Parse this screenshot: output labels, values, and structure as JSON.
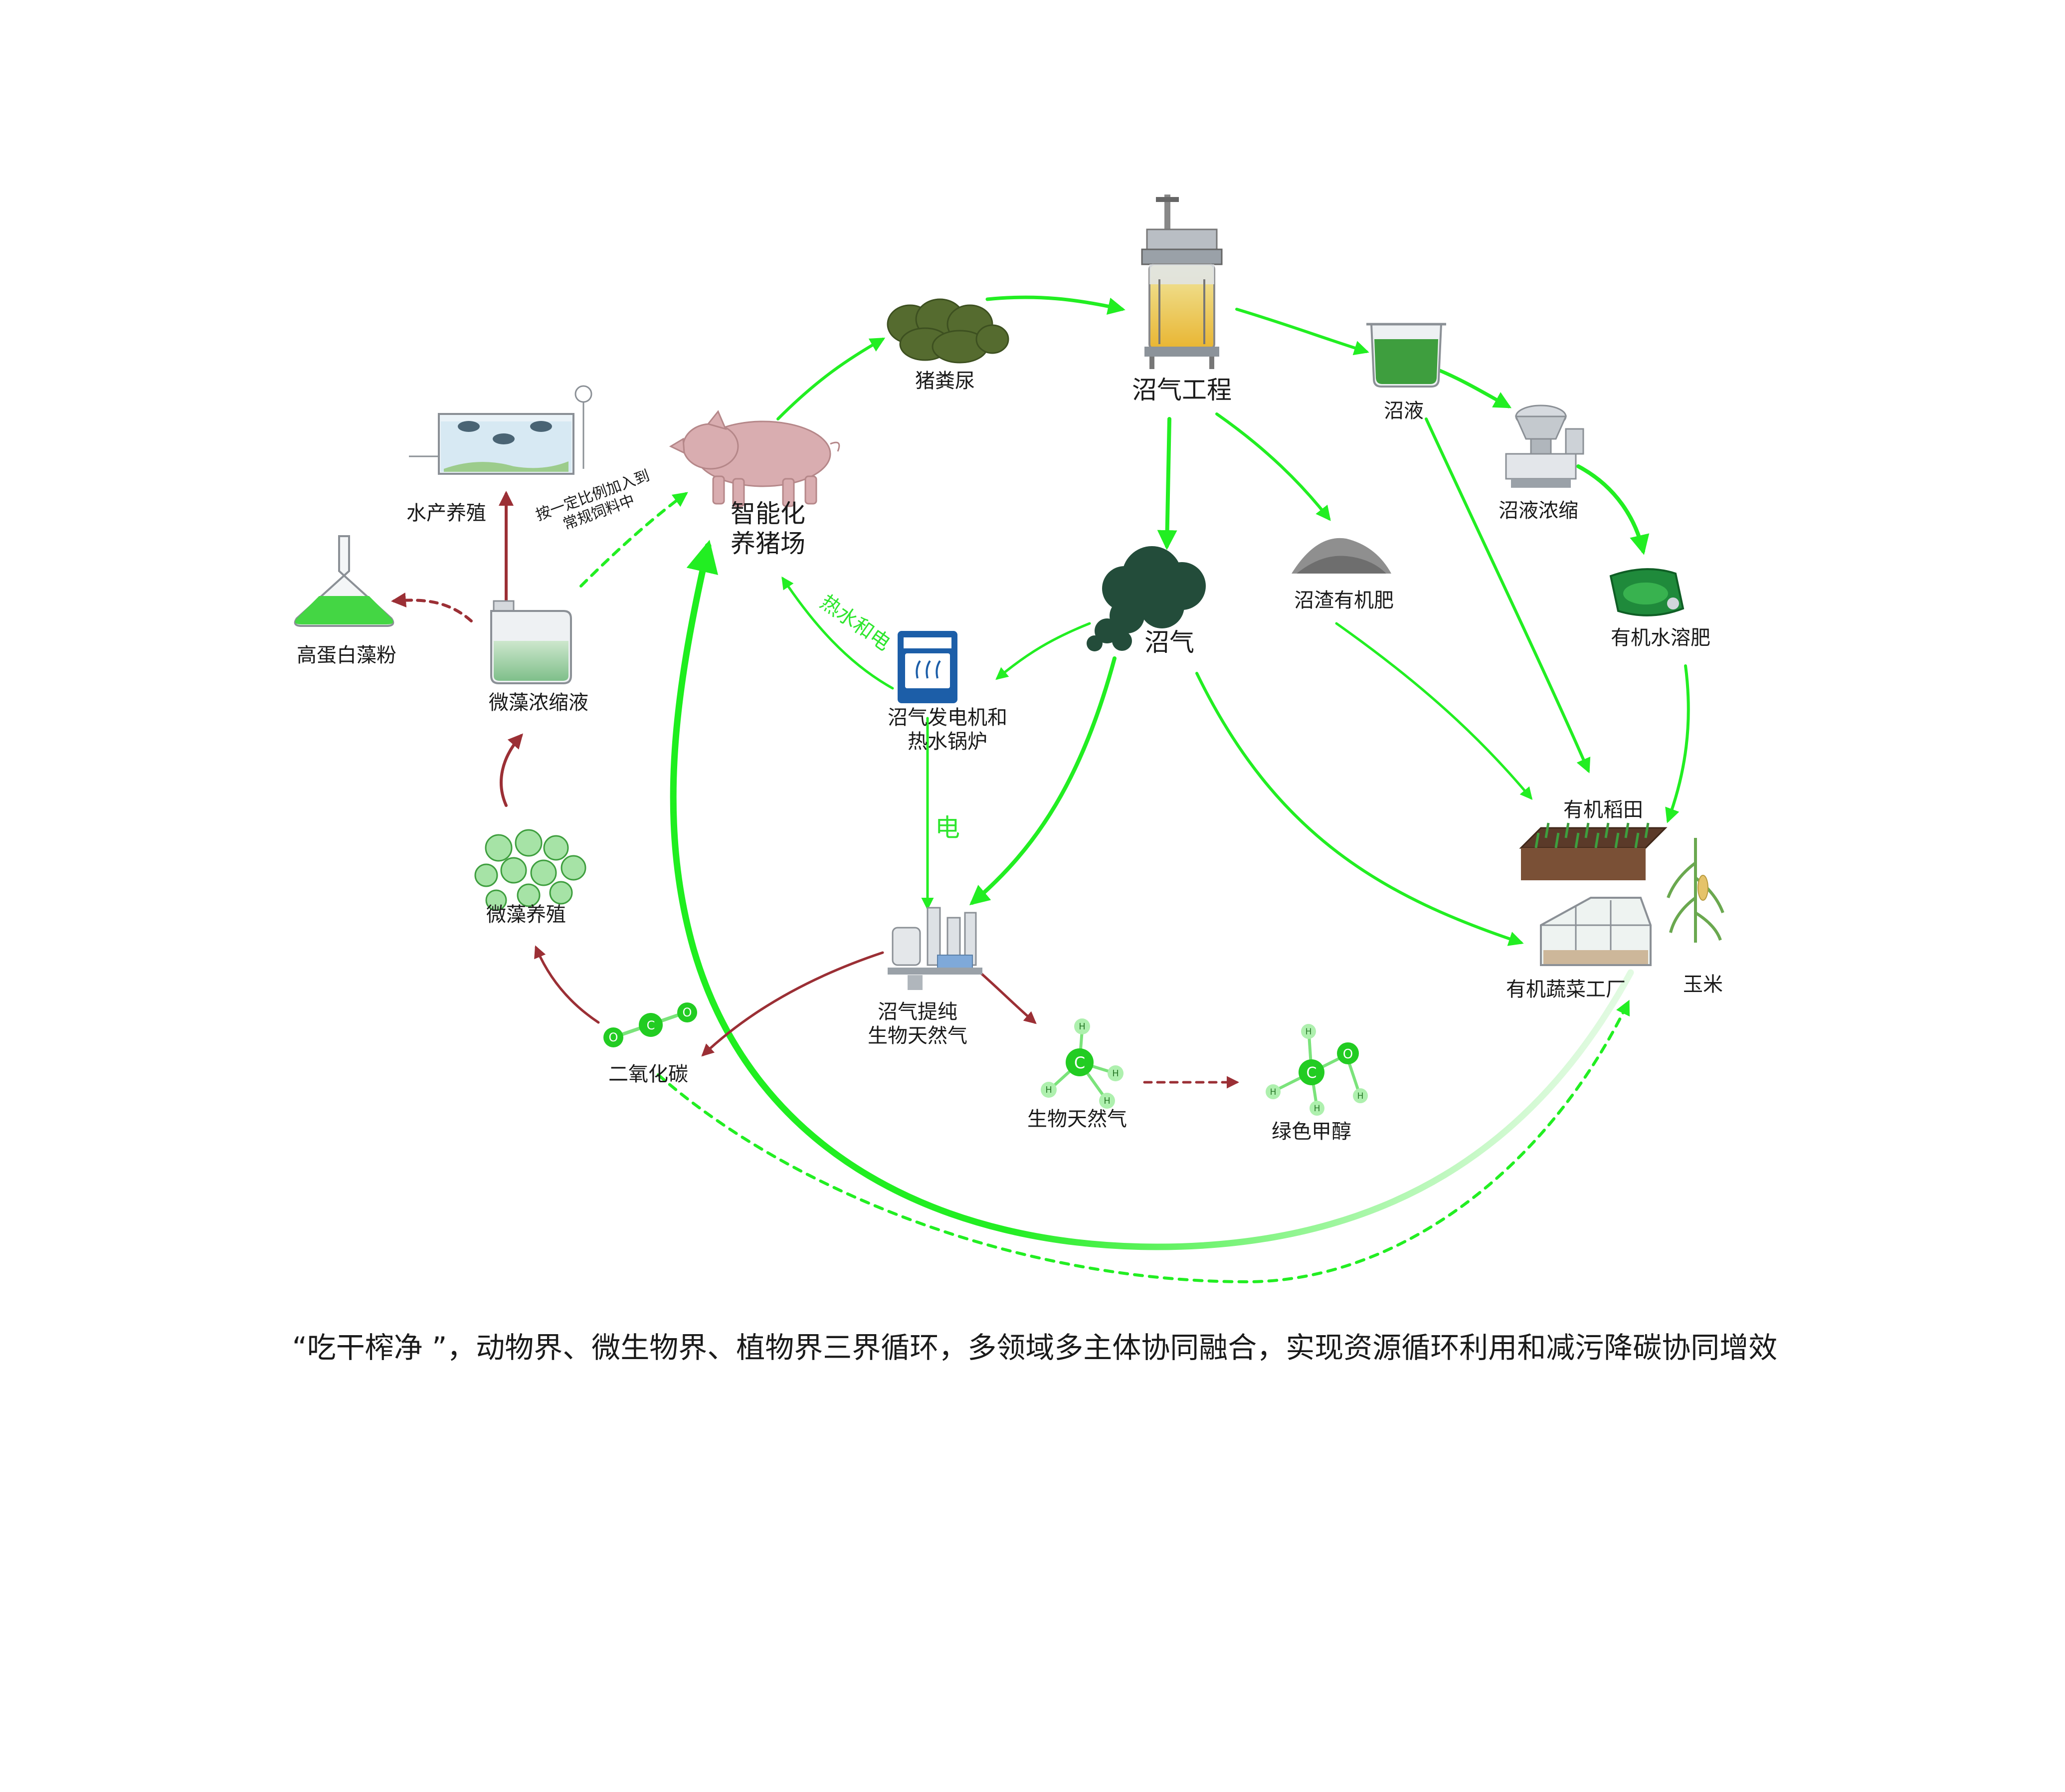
{
  "nodes": {
    "pig_manure": "猪粪尿",
    "biogas_project": "沼气工程",
    "biogas_slurry": "沼液",
    "slurry_concentration": "沼液浓缩",
    "organic_water_fertilizer": "有机水溶肥",
    "residue_fertilizer": "沼渣有机肥",
    "biogas": "沼气",
    "pig_farm": "智能化\n养猪场",
    "generator_boiler": "沼气发电机和\n热水锅炉",
    "purification": "沼气提纯\n生物天然气",
    "bio_natural_gas": "生物天然气",
    "green_methanol": "绿色甲醇",
    "co2": "二氧化碳",
    "microalgae_cultivation": "微藻养殖",
    "microalgae_concentrate": "微藻浓缩液",
    "high_protein_powder": "高蛋白藻粉",
    "aquaculture": "水产养殖",
    "organic_rice_field": "有机稻田",
    "organic_vegetable_factory": "有机蔬菜工厂",
    "corn": "玉米"
  },
  "edge_labels": {
    "heat_power": "热水和电",
    "electricity": "电",
    "feed_ratio": "按一定比例加入到\n常规饲料中"
  },
  "molecule_letters": {
    "carbon": "C",
    "oxygen": "O",
    "hydrogen": "H"
  },
  "caption": "“吃干榨净 ”，动物界、微生物界、植物界三界循环，多领域多主体协同融合，实现资源循环利用和减污降碳协同增效",
  "colors": {
    "green_arrow": "#22ee22",
    "red_arrow": "#9b2f35",
    "smoke": "#234c3a",
    "manure": "#556b2f",
    "algae": "#44d644"
  }
}
